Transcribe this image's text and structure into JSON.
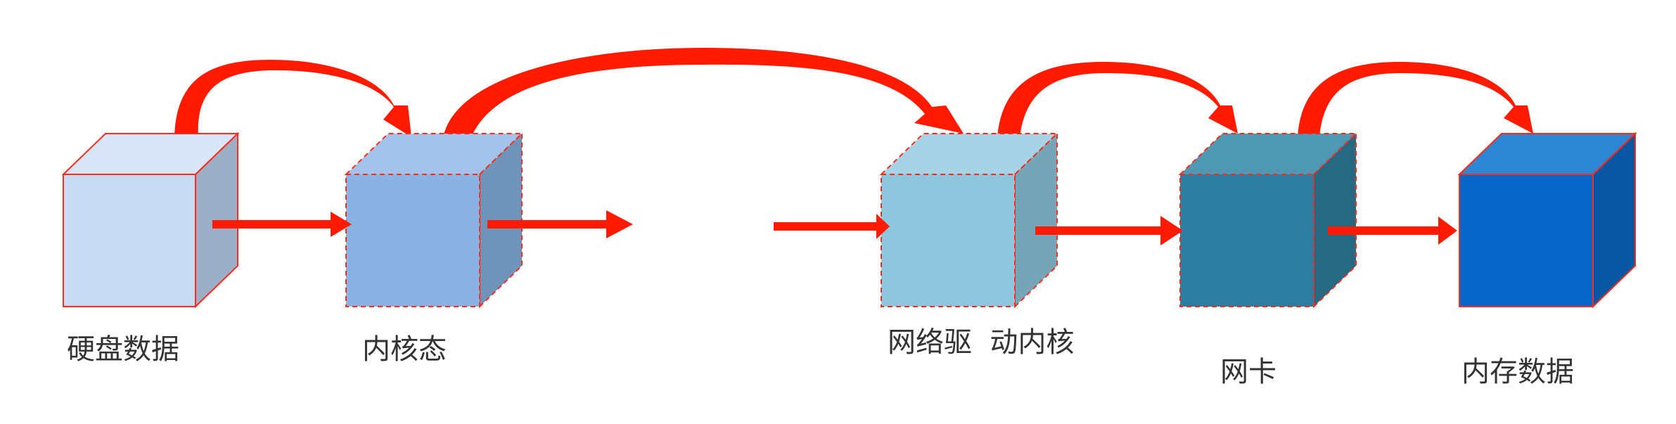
{
  "nodes": [
    {
      "id": "disk",
      "label": "硬盘数据",
      "front": "#c8dbf2",
      "top": "#d8e6f7",
      "side": "#9bb0c6",
      "dashed": false
    },
    {
      "id": "kernel",
      "label": "内核态",
      "front": "#8ab2e3",
      "top": "#a4c3ea",
      "side": "#6f93b9",
      "dashed": true
    },
    {
      "id": "nicdrv",
      "label": "网络驱  动内核",
      "front": "#8ec6dd",
      "top": "#a6d3e6",
      "side": "#75a5b7",
      "dashed": true
    },
    {
      "id": "nic",
      "label": "网卡",
      "front": "#2b7ea1",
      "top": "#4f98b4",
      "side": "#256983",
      "dashed": true
    },
    {
      "id": "memory",
      "label": "内存数据",
      "front": "#0566c8",
      "top": "#2d86d4",
      "side": "#0656a2",
      "dashed": false
    }
  ],
  "colors": {
    "arrow": "#ff1a00",
    "border": "#ff2a1a"
  }
}
